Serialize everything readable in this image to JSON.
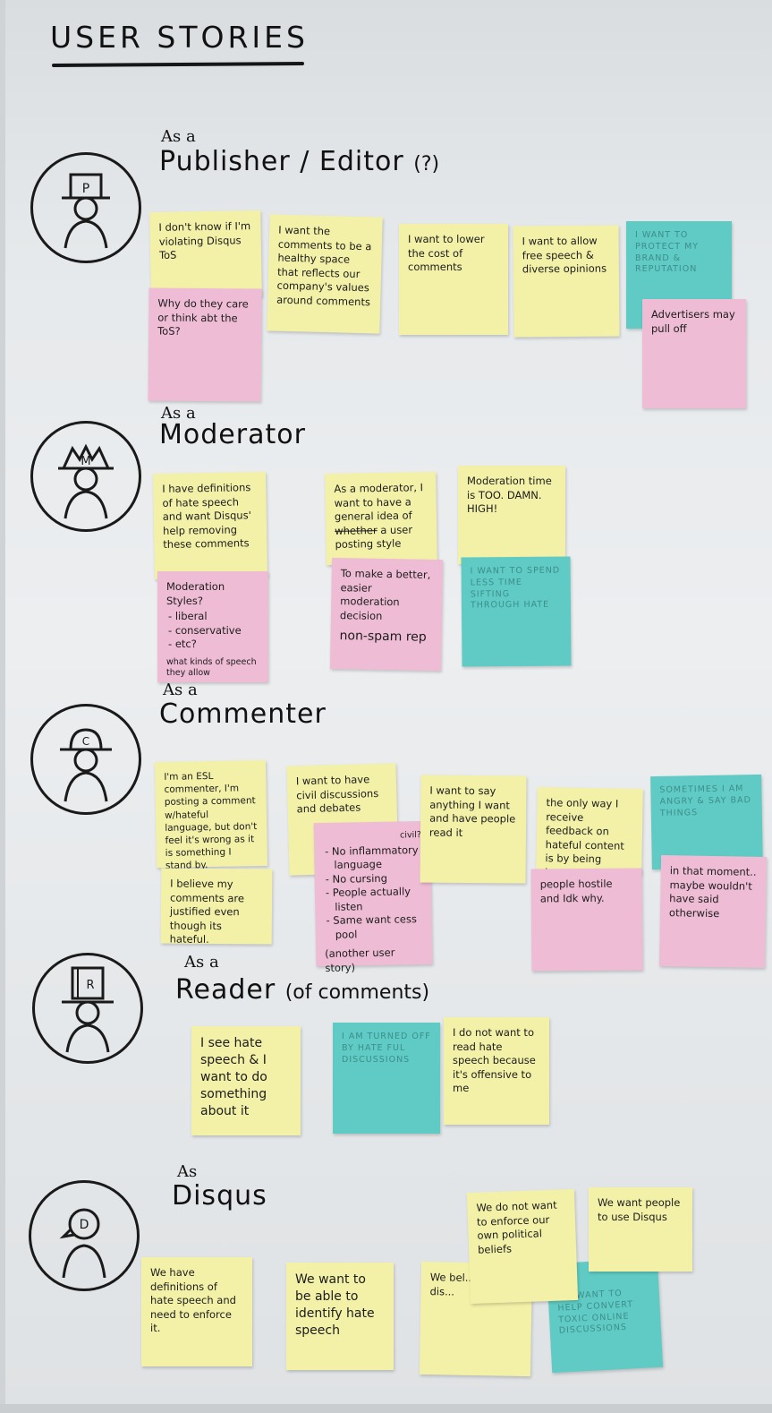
{
  "title": "USER STORIES",
  "sections": [
    {
      "as": "As a",
      "role": "Publisher / Editor",
      "role_suffix": "(?)",
      "avatar_letter": "P",
      "notes": [
        {
          "text": "I don't know if I'm violating Disqus ToS"
        },
        {
          "text": "Why do they care or think abt the ToS?"
        },
        {
          "text": "I want the comments to be a healthy space that reflects our company's values around comments"
        },
        {
          "text": "I want to lower the cost of comments"
        },
        {
          "text": "I want to allow free speech & diverse opinions"
        },
        {
          "text": "I WANT TO PROTECT MY BRAND & REPUTATION"
        },
        {
          "text": "Advertisers may pull off"
        }
      ]
    },
    {
      "as": "As a",
      "role": "Moderator",
      "avatar_letter": "M",
      "notes": [
        {
          "text": "I have definitions of hate speech and want Disqus' help removing these comments"
        },
        {
          "text": "Moderation Styles?",
          "items": [
            "liberal",
            "conservative",
            "etc?"
          ],
          "foot": "what kinds of speech they allow"
        },
        {
          "text_before": "As a moderator, I want to have a general idea of",
          "strike": "whether",
          "text_after": "a user posting style"
        },
        {
          "text": "To make a better, easier moderation decision",
          "foot": "non-spam rep"
        },
        {
          "text": "Moderation time is TOO. DAMN. HIGH!"
        },
        {
          "text": "I WANT TO SPEND LESS TIME SIFTING THROUGH HATE"
        }
      ]
    },
    {
      "as": "As a",
      "role": "Commenter",
      "avatar_letter": "C",
      "notes": [
        {
          "text": "I'm an ESL commenter, I'm posting a comment w/hateful language, but don't feel it's wrong as it is something I stand by."
        },
        {
          "text": "I believe my comments are justified even though its hateful."
        },
        {
          "text": "I want to have civil discussions and debates"
        },
        {
          "text": "civil?",
          "items": [
            "No inflammatory language",
            "No cursing",
            "People actually listen",
            "Same want cess pool"
          ],
          "foot": "(another user story)"
        },
        {
          "text": "I want to say anything I want and have people read it"
        },
        {
          "text": "the only way I receive feedback on hateful content is by being banned or hostile replies"
        },
        {
          "text": "people hostile and Idk why."
        },
        {
          "text": "SOMETIMES I AM ANGRY & SAY BAD THINGS"
        },
        {
          "text": "in that moment.. maybe wouldn't have said otherwise"
        }
      ]
    },
    {
      "as": "As a",
      "role": "Reader",
      "role_suffix": "(of comments)",
      "avatar_letter": "R",
      "notes": [
        {
          "text": "I see hate speech & I want to do something about it"
        },
        {
          "text": "I AM TURNED OFF BY HATE FUL DISCUSSIONS"
        },
        {
          "text": "I do not want to read hate speech because it's offensive to me"
        }
      ]
    },
    {
      "as": "As",
      "role": "Disqus",
      "avatar_letter": "D",
      "notes": [
        {
          "text": "We have definitions of hate speech and need to enforce it."
        },
        {
          "text": "We want to be able to identify hate speech"
        },
        {
          "text": "We bel... open dis..."
        },
        {
          "text": "We do not want to enforce our own political beliefs"
        },
        {
          "text": "We want people to use Disqus"
        },
        {
          "text": "WE WANT TO HELP CONVERT TOXIC ONLINE DISCUSSIONS"
        }
      ]
    }
  ]
}
